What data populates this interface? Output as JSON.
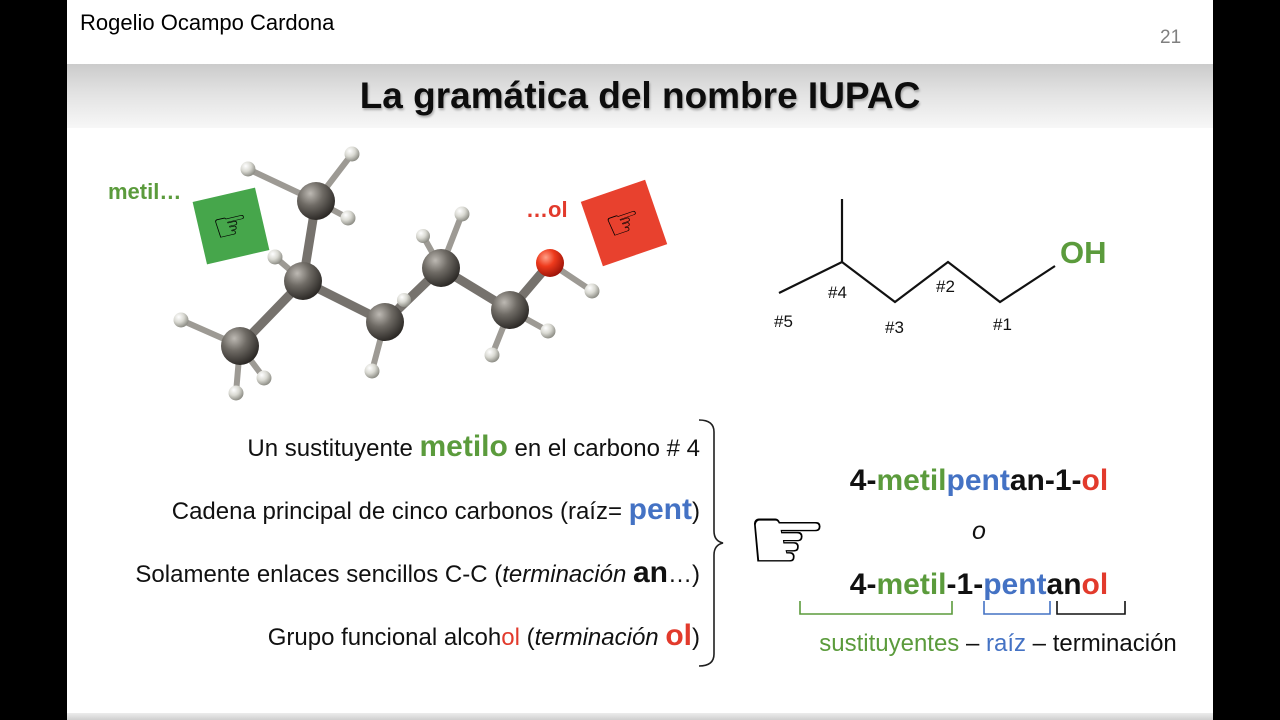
{
  "header": {
    "author": "Rogelio Ocampo Cardona",
    "page_number": "21"
  },
  "title": "La gramática del nombre IUPAC",
  "molecule": {
    "substituent_label": "metil…",
    "ending_label": "…ol",
    "substituent_icon": "pointing-hand-icon",
    "ending_icon": "pointing-hand-icon"
  },
  "skeletal_formula": {
    "carbon_labels": [
      "#5",
      "#4",
      "#3",
      "#2",
      "#1"
    ],
    "functional_group": "OH"
  },
  "statements": [
    {
      "pre": "Un sustituyente ",
      "key": "metilo",
      "post": " en el carbono # 4"
    },
    {
      "pre": "Cadena principal de cinco carbonos (raíz= ",
      "key": "pent",
      "post": ")"
    },
    {
      "pre": "Solamente enlaces sencillos C-C (",
      "em": "terminación ",
      "key": "an",
      "post": "…)"
    },
    {
      "pre": "Grupo funcional alcoh",
      "mid": "ol",
      "pre2": " (",
      "em": "terminación ",
      "key": "ol",
      "post": ")"
    }
  ],
  "pointer_icon": "pointing-hand-icon",
  "names": {
    "option1": [
      "4-",
      "metil",
      "pent",
      "an-1-",
      "ol"
    ],
    "separator": "o",
    "option2": [
      "4-",
      "metil",
      "-1-",
      "pent",
      "an",
      "ol"
    ]
  },
  "legend": {
    "substituents": "sustituyentes",
    "dash1": " – ",
    "root": "raíz",
    "dash2": " – ",
    "ending": "terminación"
  },
  "colors": {
    "green": "#5b9b3c",
    "blue": "#4472c4",
    "red": "#e23a2c",
    "green_square": "#46a64b",
    "red_square": "#e8412e"
  }
}
